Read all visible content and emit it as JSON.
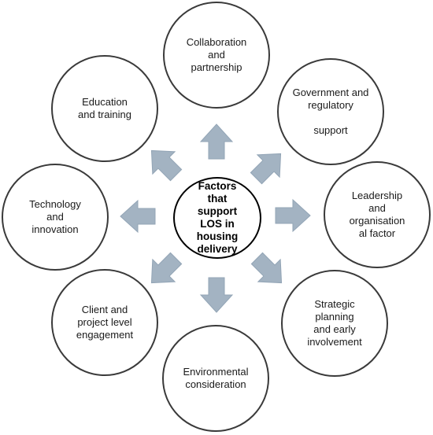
{
  "center": {
    "label": "Factors\nthat\nsupport\nLOS in\nhousing\ndelivery"
  },
  "factors": [
    {
      "id": "collaboration",
      "label": "Collaboration\nand\npartnership"
    },
    {
      "id": "government",
      "label": "Government and regulatory\n\nsupport"
    },
    {
      "id": "leadership",
      "label": "Leadership\nand\norganisation\nal factor"
    },
    {
      "id": "strategic",
      "label": "Strategic\nplanning\nand early\ninvolvement"
    },
    {
      "id": "environmental",
      "label": "Environmental\nconsideration"
    },
    {
      "id": "client",
      "label": "Client and\nproject level\nengagement"
    },
    {
      "id": "technology",
      "label": "Technology\nand\ninnovation"
    },
    {
      "id": "education",
      "label": "Education\nand training"
    }
  ],
  "colors": {
    "arrow_fill": "#a3b3c2",
    "circle_border": "#3a3a3a",
    "center_border": "#000000"
  }
}
